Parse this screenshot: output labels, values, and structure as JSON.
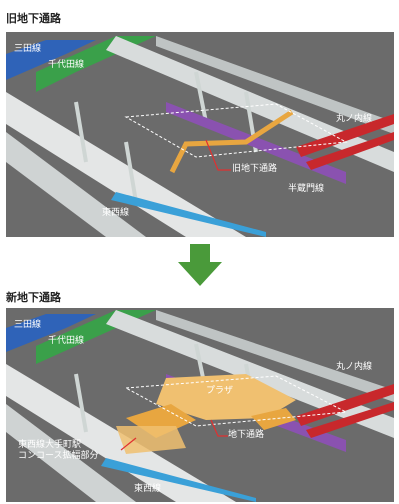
{
  "old": {
    "title": "旧地下通路",
    "labels": {
      "mita": "三田線",
      "chiyoda": "千代田線",
      "marunouchi": "丸ノ内線",
      "passage": "旧地下通路",
      "hanzomon": "半蔵門線",
      "tozai": "東西線"
    }
  },
  "new": {
    "title": "新地下通路",
    "labels": {
      "mita": "三田線",
      "chiyoda": "千代田線",
      "marunouchi": "丸ノ内線",
      "plaza": "プラザ",
      "passage": "地下通路",
      "concourse_line1": "東西線大手町駅",
      "concourse_line2": "コンコース拡幅部分",
      "tozai": "東西線"
    }
  },
  "colors": {
    "mita": "#2f63b8",
    "chiyoda": "#3aa04a",
    "marunouchi": "#c8282c",
    "hanzomon": "#8a52b0",
    "tozai": "#3aa0d8",
    "passage": "#e8a640",
    "plaza": "#f0c070",
    "arrow": "#4a9a3a",
    "callout": "#e03030"
  }
}
